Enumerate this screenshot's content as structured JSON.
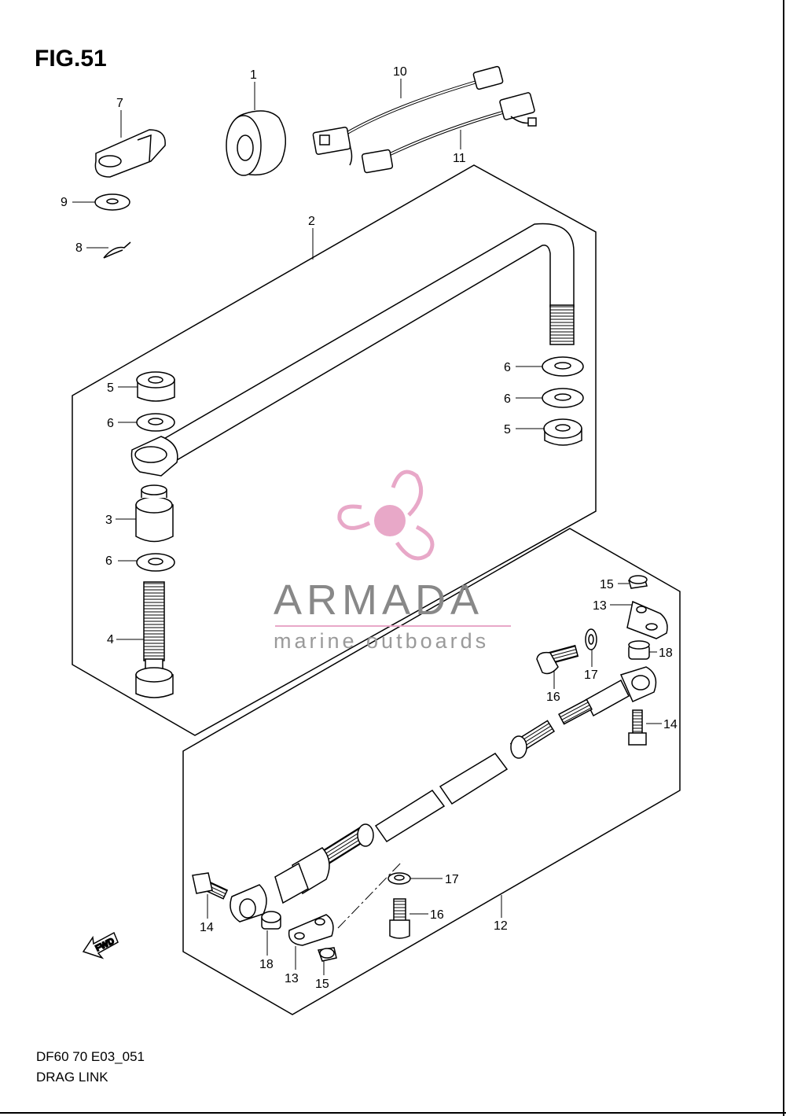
{
  "figure": {
    "title": "FIG.51",
    "code": "DF60 70 E03_051",
    "name": "DRAG LINK"
  },
  "watermark": {
    "brand": "ARMADA",
    "tagline": "marine outboards",
    "logo_color": "#e8a8c8",
    "text_color": "#888888"
  },
  "fwd_arrow": {
    "label": "FWD"
  },
  "callouts": {
    "c1": "1",
    "c2": "2",
    "c3": "3",
    "c4": "4",
    "c5a": "5",
    "c5b": "5",
    "c6a": "6",
    "c6b": "6",
    "c6c": "6",
    "c6d": "6",
    "c7": "7",
    "c8": "8",
    "c9": "9",
    "c10": "10",
    "c11": "11",
    "c12": "12",
    "c13a": "13",
    "c13b": "13",
    "c14a": "14",
    "c14b": "14",
    "c15a": "15",
    "c15b": "15",
    "c16a": "16",
    "c16b": "16",
    "c17a": "17",
    "c17b": "17",
    "c18a": "18",
    "c18b": "18"
  }
}
